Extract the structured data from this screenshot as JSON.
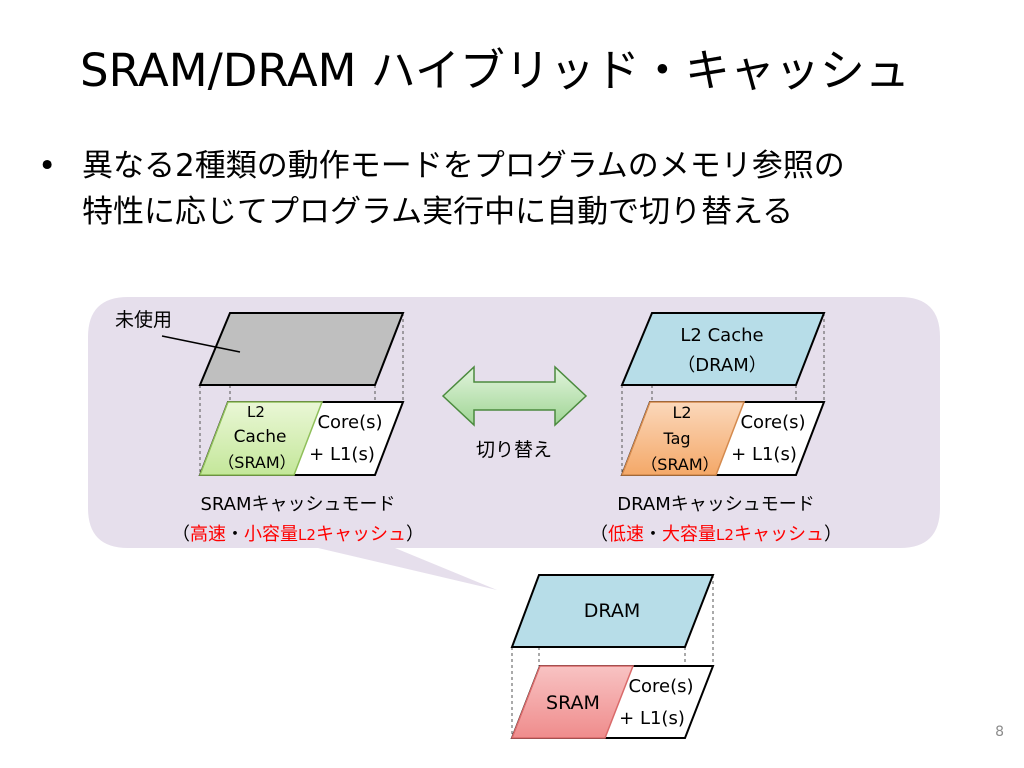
{
  "title": "SRAM/DRAM ハイブリッド・キャッシュ",
  "bullet": {
    "line1": "異なる2種類の動作モードをプログラムのメモリ参照の",
    "line2": "特性に応じてプログラム実行中に自動で切り替える"
  },
  "diagram": {
    "unused_label": "未使用",
    "switch_label": "切り替え",
    "sram_mode": {
      "l2_line1": "L2",
      "l2_line2": "Cache",
      "l2_line3": "（SRAM）",
      "core_line1": "Core(s)",
      "core_line2": "+ L1(s)",
      "mode_name": "SRAMキャッシュモード",
      "paren_open": "（",
      "feature_a": "高速",
      "separator": "・",
      "feature_b": "小容量",
      "feature_b_suffix": "L2",
      "feature_b_tail": "キャッシュ",
      "paren_close": "）"
    },
    "dram_mode": {
      "l2_line1": "L2 Cache",
      "l2_line2": "（DRAM）",
      "tag_line1": "L2",
      "tag_line2": "Tag",
      "tag_line3": "（SRAM）",
      "core_line1": "Core(s)",
      "core_line2": "+ L1(s)",
      "mode_name": "DRAMキャッシュモード",
      "paren_open": "（",
      "feature_a": "低速",
      "separator": "・",
      "feature_b": "大容量",
      "feature_b_suffix": "L2",
      "feature_b_tail": "キャッシュ",
      "paren_close": "）"
    },
    "stack": {
      "dram_label": "DRAM",
      "sram_label": "SRAM",
      "core_line1": "Core(s)",
      "core_line2": "+ L1(s)"
    },
    "colors": {
      "panel": "#e6dfec",
      "unused_layer": "#bfbfbf",
      "dram_layer": "#b7dde8",
      "sram_green": "#d7f0b8",
      "tag_orange": "#f8c8a0",
      "sram_red": "#f4a7a7",
      "arrow_fill": "#c6e8c0",
      "highlight_red": "#ff0000"
    }
  },
  "page_number": "8"
}
